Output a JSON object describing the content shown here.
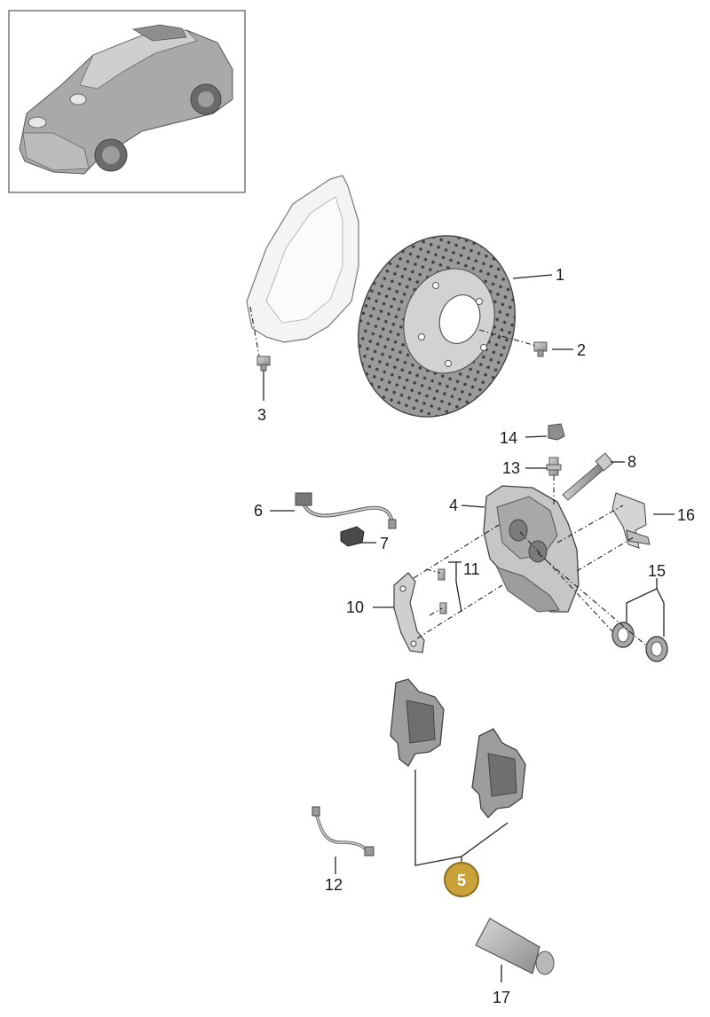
{
  "thumbnail": {
    "icon": "car-thumbnail-icon"
  },
  "parts": [
    {
      "id": "1",
      "label": "1"
    },
    {
      "id": "2",
      "label": "2"
    },
    {
      "id": "3",
      "label": "3"
    },
    {
      "id": "4",
      "label": "4"
    },
    {
      "id": "5",
      "label": "5",
      "selected": true
    },
    {
      "id": "6",
      "label": "6"
    },
    {
      "id": "7",
      "label": "7"
    },
    {
      "id": "8",
      "label": "8"
    },
    {
      "id": "10",
      "label": "10"
    },
    {
      "id": "11",
      "label": "11"
    },
    {
      "id": "12",
      "label": "12"
    },
    {
      "id": "13",
      "label": "13"
    },
    {
      "id": "14",
      "label": "14"
    },
    {
      "id": "15",
      "label": "15"
    },
    {
      "id": "16",
      "label": "16"
    },
    {
      "id": "17",
      "label": "17"
    }
  ],
  "colors": {
    "selected_badge": "#C9A23A",
    "selected_badge_border": "#8A6D1E",
    "line": "#222222",
    "part_fill": "#B9B9B9"
  }
}
